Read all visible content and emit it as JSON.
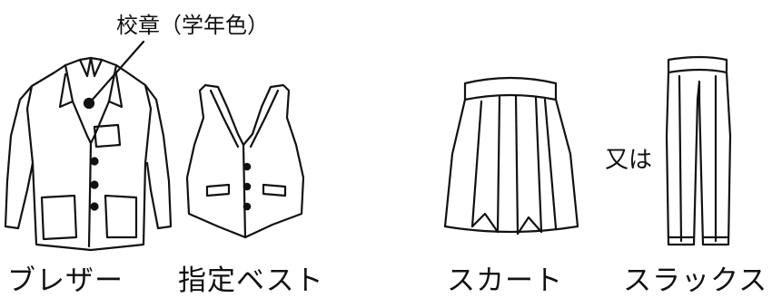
{
  "callout": {
    "text": "校章（学年色）"
  },
  "connector": {
    "text": "又は"
  },
  "items": [
    {
      "label": "ブレザー"
    },
    {
      "label": "指定ベスト"
    },
    {
      "label": "スカート"
    },
    {
      "label": "スラックス"
    }
  ],
  "colors": {
    "ink": "#111111",
    "background": "#ffffff"
  }
}
